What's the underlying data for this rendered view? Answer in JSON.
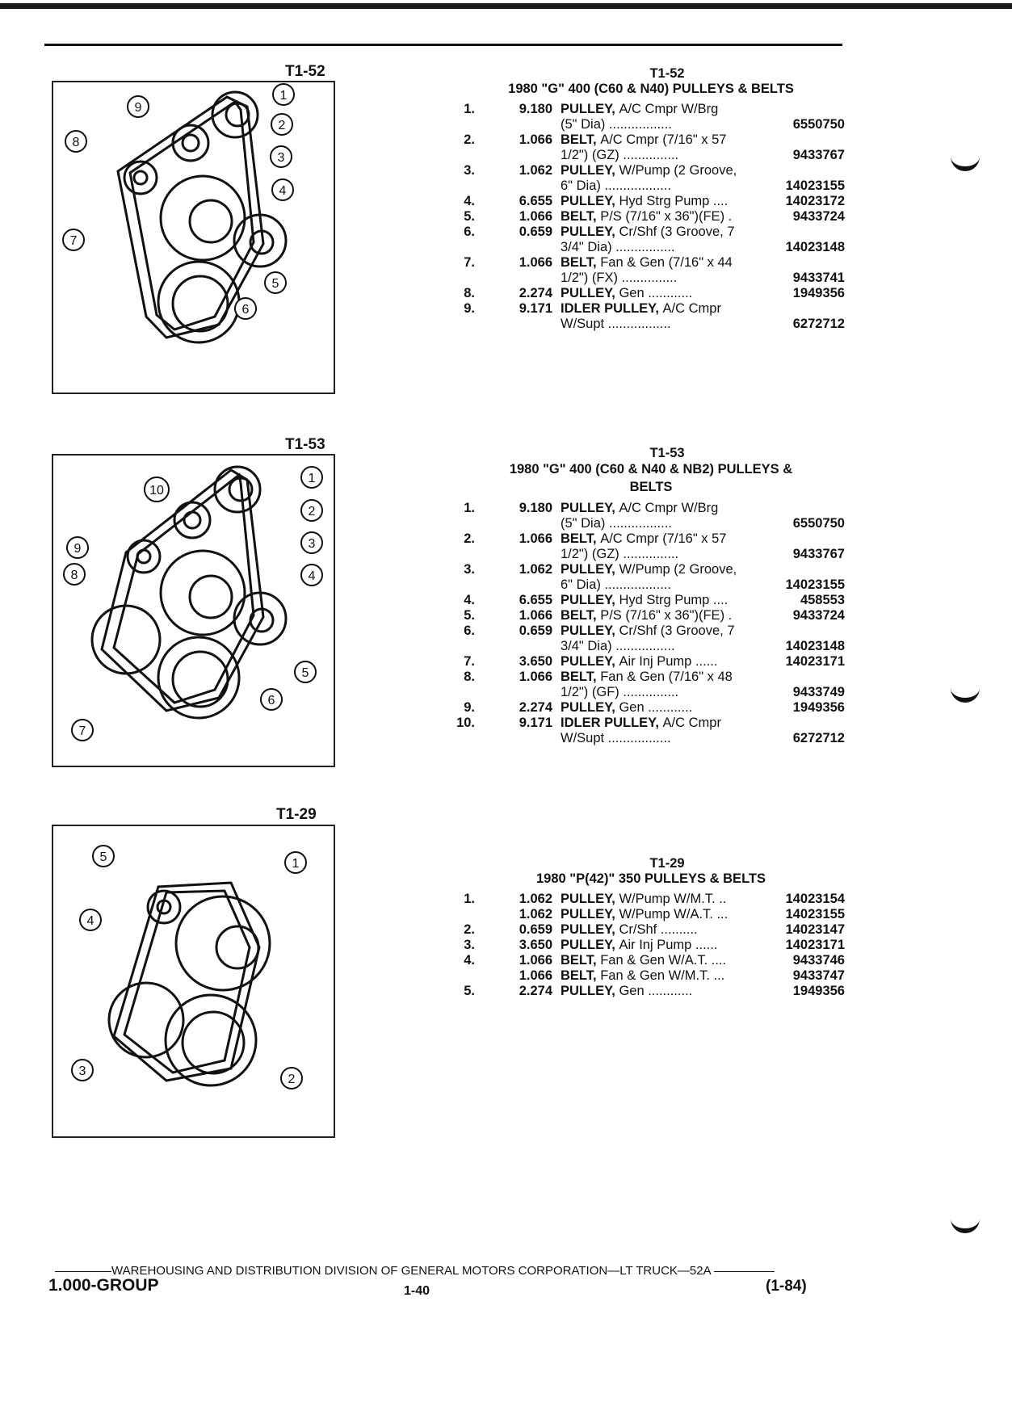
{
  "figures": [
    {
      "code": "T1-52",
      "callouts": [
        "1",
        "2",
        "3",
        "4",
        "5",
        "6",
        "7",
        "8",
        "9"
      ]
    },
    {
      "code": "T1-53",
      "callouts": [
        "1",
        "2",
        "3",
        "4",
        "5",
        "6",
        "7",
        "8",
        "9",
        "10"
      ]
    },
    {
      "code": "T1-29",
      "callouts": [
        "1",
        "2",
        "3",
        "4",
        "5"
      ]
    }
  ],
  "sections": [
    {
      "code": "T1-52",
      "title": "1980 \"G\" 400 (C60 & N40) PULLEYS & BELTS",
      "items": [
        {
          "num": "1.",
          "qty": "9.180",
          "name": "PULLEY,",
          "rest": "A/C Cmpr W/Brg",
          "part": ""
        },
        {
          "num": "",
          "qty": "",
          "name": "",
          "rest": "(5\" Dia) .................",
          "part": "6550750"
        },
        {
          "num": "2.",
          "qty": "1.066",
          "name": "BELT,",
          "rest": "A/C Cmpr (7/16\" x 57",
          "part": ""
        },
        {
          "num": "",
          "qty": "",
          "name": "",
          "rest": "1/2\") (GZ) ...............",
          "part": "9433767"
        },
        {
          "num": "3.",
          "qty": "1.062",
          "name": "PULLEY,",
          "rest": "W/Pump (2 Groove,",
          "part": ""
        },
        {
          "num": "",
          "qty": "",
          "name": "",
          "rest": "6\" Dia) ..................",
          "part": "14023155"
        },
        {
          "num": "4.",
          "qty": "6.655",
          "name": "PULLEY,",
          "rest": "Hyd Strg Pump ....",
          "part": "14023172"
        },
        {
          "num": "5.",
          "qty": "1.066",
          "name": "BELT,",
          "rest": "P/S (7/16\" x 36\")(FE) .",
          "part": "9433724"
        },
        {
          "num": "6.",
          "qty": "0.659",
          "name": "PULLEY,",
          "rest": "Cr/Shf (3 Groove, 7",
          "part": ""
        },
        {
          "num": "",
          "qty": "",
          "name": "",
          "rest": "3/4\" Dia) ................",
          "part": "14023148"
        },
        {
          "num": "7.",
          "qty": "1.066",
          "name": "BELT,",
          "rest": "Fan & Gen (7/16\" x 44",
          "part": ""
        },
        {
          "num": "",
          "qty": "",
          "name": "",
          "rest": "1/2\") (FX) ...............",
          "part": "9433741"
        },
        {
          "num": "8.",
          "qty": "2.274",
          "name": "PULLEY,",
          "rest": "Gen ............",
          "part": "1949356"
        },
        {
          "num": "9.",
          "qty": "9.171",
          "name": "IDLER PULLEY,",
          "rest": "A/C Cmpr",
          "part": ""
        },
        {
          "num": "",
          "qty": "",
          "name": "",
          "rest": "W/Supt .................",
          "part": "6272712"
        }
      ]
    },
    {
      "code": "T1-53",
      "title": "1980 \"G\" 400 (C60 & N40 & NB2) PULLEYS &",
      "title2": "BELTS",
      "items": [
        {
          "num": "1.",
          "qty": "9.180",
          "name": "PULLEY,",
          "rest": "A/C Cmpr W/Brg",
          "part": ""
        },
        {
          "num": "",
          "qty": "",
          "name": "",
          "rest": "(5\" Dia) .................",
          "part": "6550750"
        },
        {
          "num": "2.",
          "qty": "1.066",
          "name": "BELT,",
          "rest": "A/C Cmpr (7/16\" x 57",
          "part": ""
        },
        {
          "num": "",
          "qty": "",
          "name": "",
          "rest": "1/2\") (GZ) ...............",
          "part": "9433767"
        },
        {
          "num": "3.",
          "qty": "1.062",
          "name": "PULLEY,",
          "rest": "W/Pump (2 Groove,",
          "part": ""
        },
        {
          "num": "",
          "qty": "",
          "name": "",
          "rest": "6\" Dia) ..................",
          "part": "14023155"
        },
        {
          "num": "4.",
          "qty": "6.655",
          "name": "PULLEY,",
          "rest": "Hyd Strg Pump ....",
          "part": "458553"
        },
        {
          "num": "5.",
          "qty": "1.066",
          "name": "BELT,",
          "rest": "P/S (7/16\" x 36\")(FE) .",
          "part": "9433724"
        },
        {
          "num": "6.",
          "qty": "0.659",
          "name": "PULLEY,",
          "rest": "Cr/Shf (3 Groove, 7",
          "part": ""
        },
        {
          "num": "",
          "qty": "",
          "name": "",
          "rest": "3/4\" Dia) ................",
          "part": "14023148"
        },
        {
          "num": "7.",
          "qty": "3.650",
          "name": "PULLEY,",
          "rest": "Air Inj Pump ......",
          "part": "14023171"
        },
        {
          "num": "8.",
          "qty": "1.066",
          "name": "BELT,",
          "rest": "Fan & Gen (7/16\" x 48",
          "part": ""
        },
        {
          "num": "",
          "qty": "",
          "name": "",
          "rest": "1/2\") (GF) ...............",
          "part": "9433749"
        },
        {
          "num": "9.",
          "qty": "2.274",
          "name": "PULLEY,",
          "rest": "Gen ............",
          "part": "1949356"
        },
        {
          "num": "10.",
          "qty": "9.171",
          "name": "IDLER PULLEY,",
          "rest": "A/C Cmpr",
          "part": ""
        },
        {
          "num": "",
          "qty": "",
          "name": "",
          "rest": "W/Supt .................",
          "part": "6272712"
        }
      ]
    },
    {
      "code": "T1-29",
      "title": "1980 \"P(42)\" 350 PULLEYS & BELTS",
      "items": [
        {
          "num": "1.",
          "qty": "1.062",
          "name": "PULLEY,",
          "rest": "W/Pump W/M.T. ..",
          "part": "14023154"
        },
        {
          "num": "",
          "qty": "1.062",
          "name": "PULLEY,",
          "rest": "W/Pump W/A.T. ...",
          "part": "14023155"
        },
        {
          "num": "2.",
          "qty": "0.659",
          "name": "PULLEY,",
          "rest": "Cr/Shf ..........",
          "part": "14023147"
        },
        {
          "num": "3.",
          "qty": "3.650",
          "name": "PULLEY,",
          "rest": "Air Inj Pump ......",
          "part": "14023171"
        },
        {
          "num": "4.",
          "qty": "1.066",
          "name": "BELT,",
          "rest": "Fan & Gen W/A.T. ....",
          "part": "9433746"
        },
        {
          "num": "",
          "qty": "1.066",
          "name": "BELT,",
          "rest": "Fan & Gen W/M.T. ...",
          "part": "9433747"
        },
        {
          "num": "5.",
          "qty": "2.274",
          "name": "PULLEY,",
          "rest": "Gen ............",
          "part": "1949356"
        }
      ]
    }
  ],
  "footer": {
    "division": "WAREHOUSING AND DISTRIBUTION DIVISION OF GENERAL MOTORS CORPORATION—LT TRUCK—52A",
    "group": "1.000-GROUP",
    "page": "1-40",
    "date": "(1-84)"
  }
}
